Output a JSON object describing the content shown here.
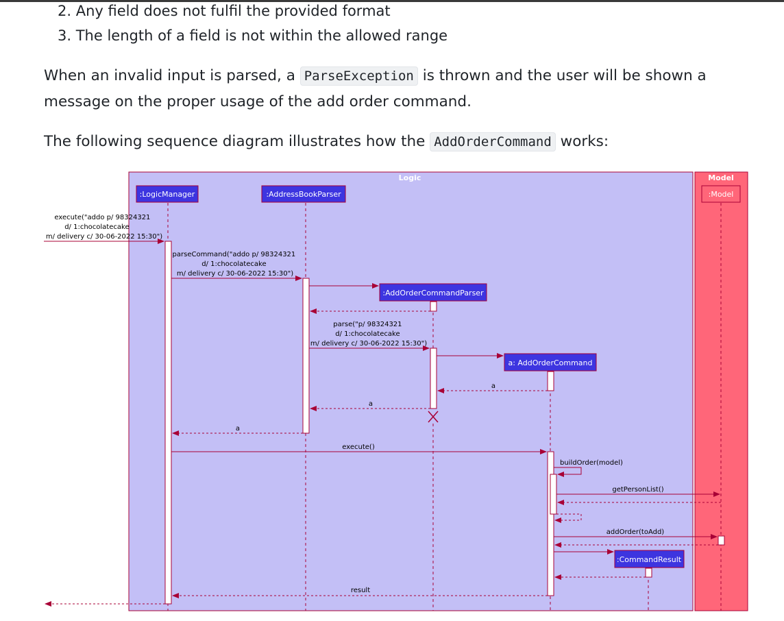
{
  "list_items": [
    {
      "number": "2.",
      "text": "Any field does not fulfil the provided format"
    },
    {
      "number": "3.",
      "text": "The length of a field is not within the allowed range"
    }
  ],
  "paragraph1": {
    "before": "When an invalid input is parsed, a",
    "code": "ParseException",
    "after": "is thrown and the user will be shown a",
    "line2": "message on the proper usage of the add order command."
  },
  "paragraph2": {
    "before": "The following sequence diagram illustrates how the",
    "code": "AddOrderCommand",
    "after": "works:"
  },
  "diagram": {
    "logic_box_label": "Logic",
    "model_box_label": "Model",
    "participants": {
      "logic_manager": ":LogicManager",
      "address_book_parser": ":AddressBookParser",
      "add_order_command_parser": ":AddOrderCommandParser",
      "add_order_command": "a: AddOrderCommand",
      "model": ":Model",
      "command_result": ":CommandResult"
    },
    "messages": {
      "execute_call": [
        "execute(\"addo p/ 98324321",
        "d/ 1:chocolatecake",
        "m/ delivery c/ 30-06-2022 15:30\")"
      ],
      "parse_command_call": [
        "parseCommand(\"addo p/ 98324321",
        "d/ 1:chocolatecake",
        "m/ delivery c/ 30-06-2022 15:30\")"
      ],
      "parse_call": [
        "parse(\"p/ 98324321",
        "d/ 1:chocolatecake",
        "m/ delivery c/ 30-06-2022 15:30\")"
      ],
      "return_a_from_command": "a",
      "return_a_from_parser": "a",
      "return_a_to_manager": "a",
      "execute_a": "execute()",
      "build_order": "buildOrder(model)",
      "get_person_list": "getPersonList()",
      "add_order": "addOrder(toAdd)",
      "return_result": "result"
    }
  },
  "colors": {
    "logic_fill": "#c3bff6",
    "model_fill": "#ff6679",
    "border": "#a80036",
    "participant_fill": "#3d35e0",
    "participant_text": "#ffffff"
  }
}
